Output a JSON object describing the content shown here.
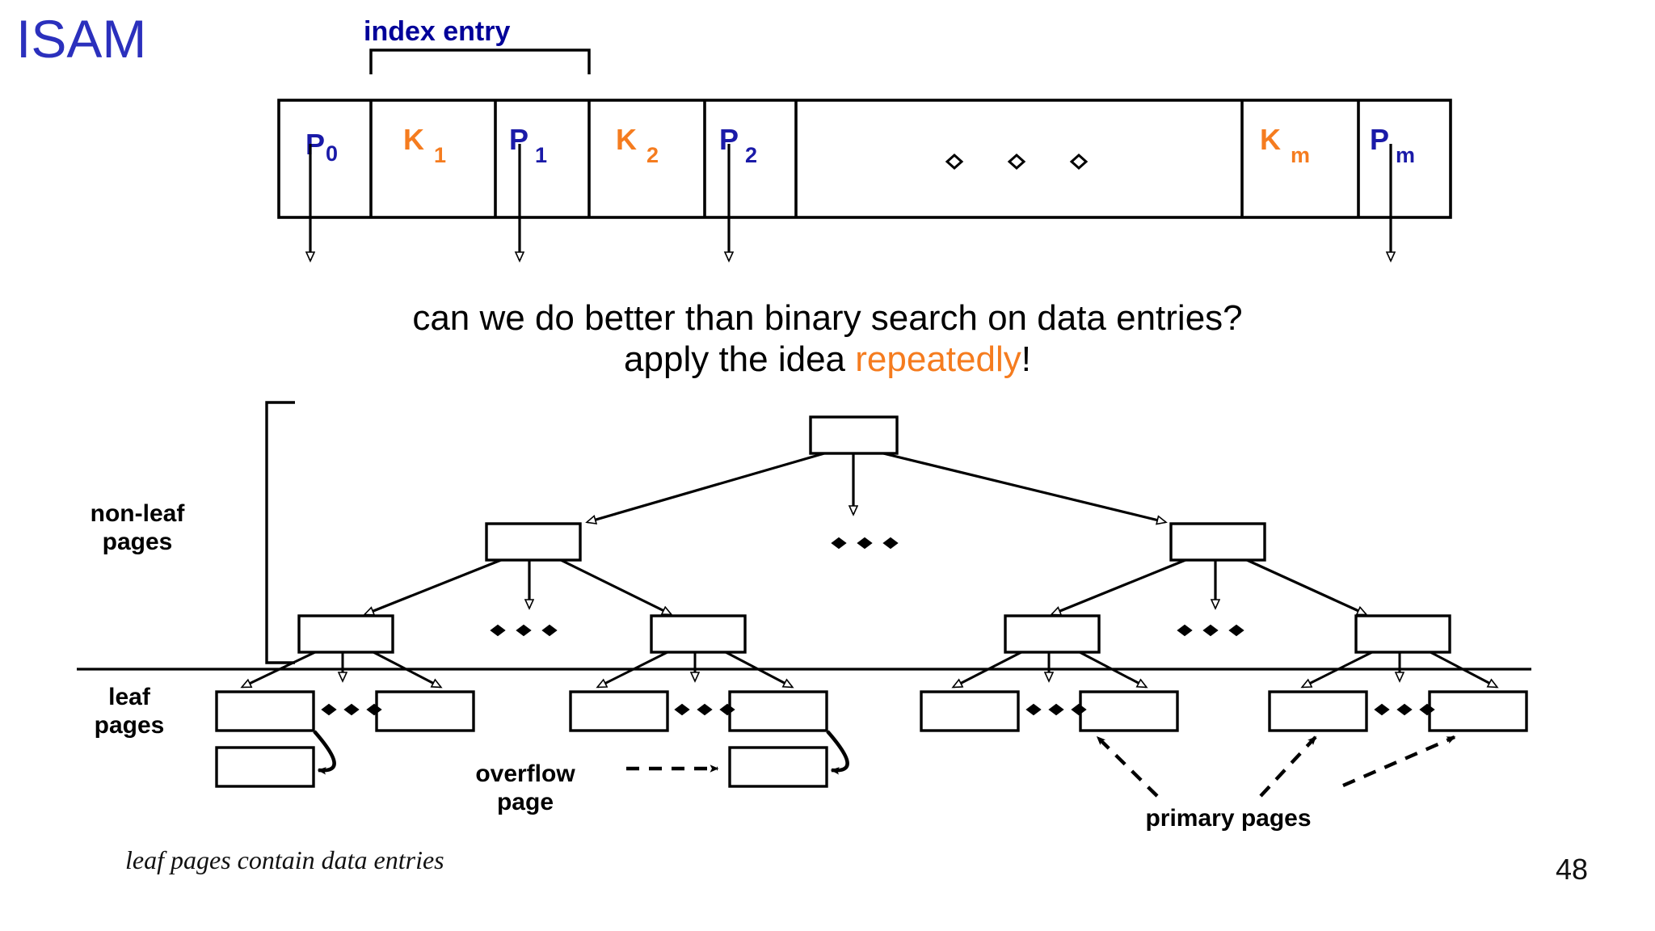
{
  "slide": {
    "title": "ISAM",
    "page_number": "48",
    "caption": "leaf pages contain data entries",
    "title_color": "#2b30bd"
  },
  "index_node": {
    "bracket_label": "index entry",
    "bracket_label_color": "#000099",
    "key_color": "#f57c1f",
    "pointer_color": "#1a1aa8",
    "cells": [
      {
        "kind": "pointer",
        "base": "P",
        "sub": "0",
        "name": "cell-p0"
      },
      {
        "kind": "key",
        "base": "K",
        "sub": "1",
        "name": "cell-k1"
      },
      {
        "kind": "pointer",
        "base": "P",
        "sub": "1",
        "name": "cell-p1"
      },
      {
        "kind": "key",
        "base": "K",
        "sub": "2",
        "name": "cell-k2"
      },
      {
        "kind": "pointer",
        "base": "P",
        "sub": "2",
        "name": "cell-p2"
      },
      {
        "kind": "ellipsis",
        "base": "",
        "sub": "",
        "name": "cell-ellipsis"
      },
      {
        "kind": "key",
        "base": "K",
        "sub": "m",
        "name": "cell-km"
      },
      {
        "kind": "pointer",
        "base": "P",
        "sub": "m",
        "name": "cell-pm"
      }
    ]
  },
  "prose": {
    "line1": "can we do better than binary search on data entries?",
    "line2_before": "apply the idea ",
    "line2_highlight": "repeatedly",
    "line2_after": "!",
    "highlight_color": "#f57c1f"
  },
  "tree": {
    "nonleaf_label": "non-leaf\npages",
    "nonleaf_label_line1": "non-leaf",
    "nonleaf_label_line2": "pages",
    "leaf_label_line1": "leaf",
    "leaf_label_line2": "pages",
    "overflow_label_line1": "overflow",
    "overflow_label_line2": "page",
    "primary_label": "primary pages",
    "ellipsis_glyph": "◇"
  }
}
